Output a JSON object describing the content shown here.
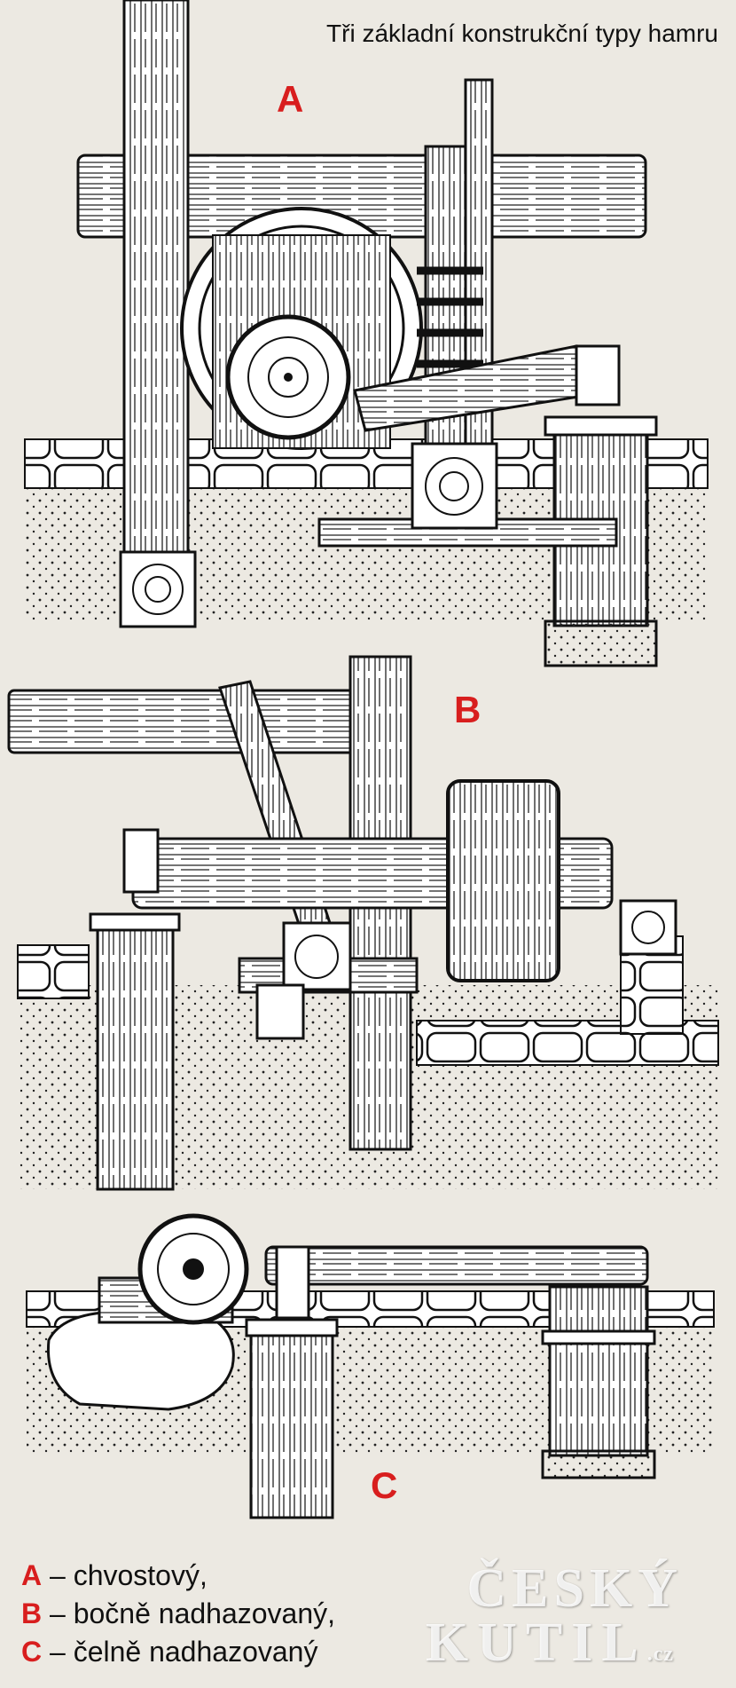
{
  "title": "Tři základní konstrukční typy hamru",
  "panels": [
    {
      "letter": "A"
    },
    {
      "letter": "B"
    },
    {
      "letter": "C"
    }
  ],
  "legend": [
    {
      "key": "A",
      "text": " – chvostový,"
    },
    {
      "key": "B",
      "text": " – bočně nadhazovaný,"
    },
    {
      "key": "C",
      "text": " – čelně nadhazovaný"
    }
  ],
  "watermark": {
    "line1": "ČESKÝ",
    "line2": "KUTIL",
    "suffix": ".cz"
  },
  "colors": {
    "background": "#ece9e2",
    "ink": "#111111",
    "accent": "#d81e1e"
  }
}
